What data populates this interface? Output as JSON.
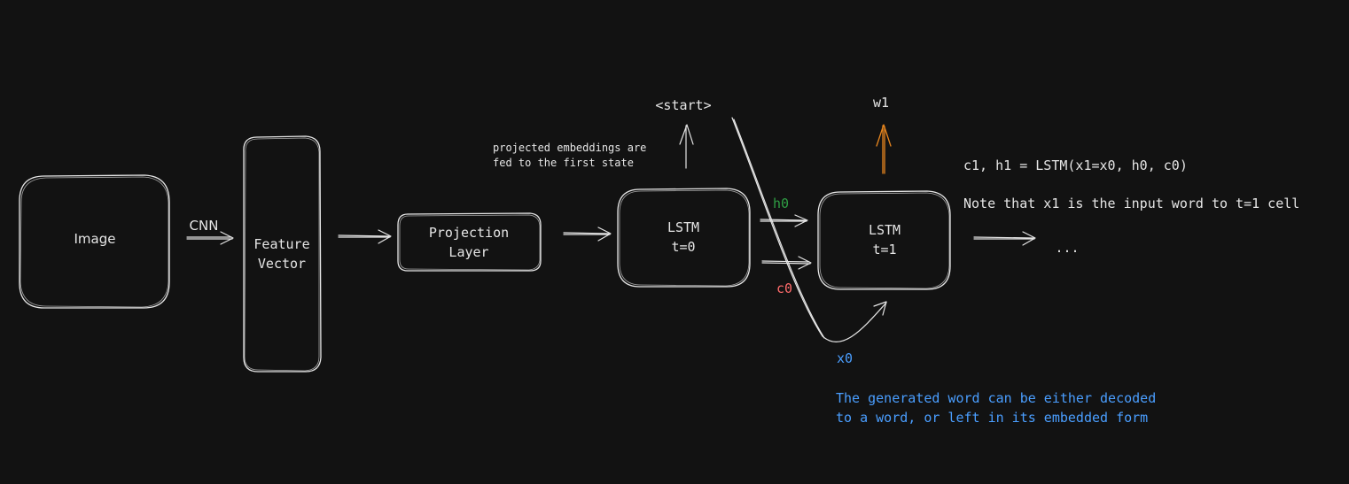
{
  "nodes": {
    "image": "Image",
    "feature_vector": [
      "Feature",
      "Vector"
    ],
    "projection_layer": [
      "Projection",
      "Layer"
    ],
    "lstm0": [
      "LSTM",
      "t=0"
    ],
    "lstm1": [
      "LSTM",
      "t=1"
    ]
  },
  "edge_labels": {
    "cnn": "CNN",
    "start": "<start>",
    "w1": "w1",
    "h0": "h0",
    "c0": "c0",
    "x0": "x0",
    "ellipsis": "..."
  },
  "annotations": {
    "projected_note": [
      "projected embeddings are",
      "fed to the first state"
    ],
    "lstm_equation": "c1, h1 = LSTM(x1=x0, h0, c0)",
    "input_note": "Note that x1 is the input word to t=1 cell",
    "generated_note": [
      "The generated word can be either decoded",
      "to a word, or left in its embedded form"
    ]
  },
  "colors": {
    "background": "#121212",
    "stroke": "#e6e6e6",
    "h0": "#2f9e44",
    "c0": "#ff6b6b",
    "x0_and_note": "#4a9eff",
    "w1_arrow": "#e8861e"
  }
}
